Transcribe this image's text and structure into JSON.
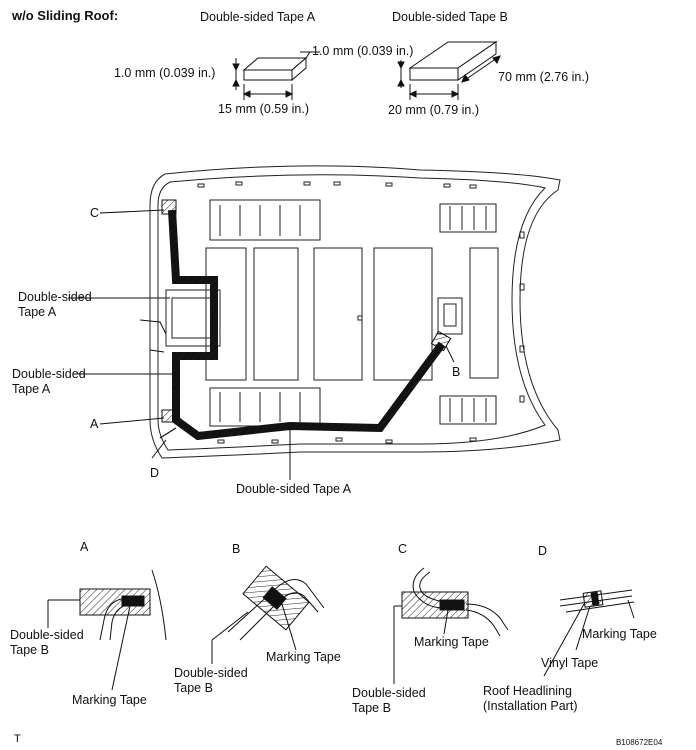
{
  "header": {
    "condition": "w/o Sliding Roof:"
  },
  "tape_a_spec": {
    "title": "Double-sided Tape A",
    "thickness_top": "1.0 mm (0.039 in.)",
    "thickness_left": "1.0 mm (0.039 in.)",
    "width": "15 mm (0.59 in.)"
  },
  "tape_b_spec": {
    "title": "Double-sided Tape B",
    "length": "70 mm (2.76 in.)",
    "width": "20 mm (0.79 in.)"
  },
  "roof_callouts": {
    "c": "C",
    "tape_a_upper": "Double-sided\nTape A",
    "tape_a_middle": "Double-sided\nTape A",
    "a": "A",
    "d": "D",
    "b": "B",
    "tape_a_bottom": "Double-sided Tape A"
  },
  "details": {
    "a": {
      "letter": "A",
      "tape": "Double-sided\nTape B",
      "marking": "Marking Tape"
    },
    "b": {
      "letter": "B",
      "tape": "Double-sided\nTape B",
      "marking": "Marking Tape"
    },
    "c": {
      "letter": "C",
      "marking": "Marking Tape",
      "tape": "Double-sided\nTape B"
    },
    "d": {
      "letter": "D",
      "marking": "Marking Tape",
      "vinyl": "Vinyl Tape",
      "roof": "Roof Headlining\n(Installation Part)"
    }
  },
  "footer": {
    "left_mark": "T",
    "figure_id": "B108672E04"
  }
}
